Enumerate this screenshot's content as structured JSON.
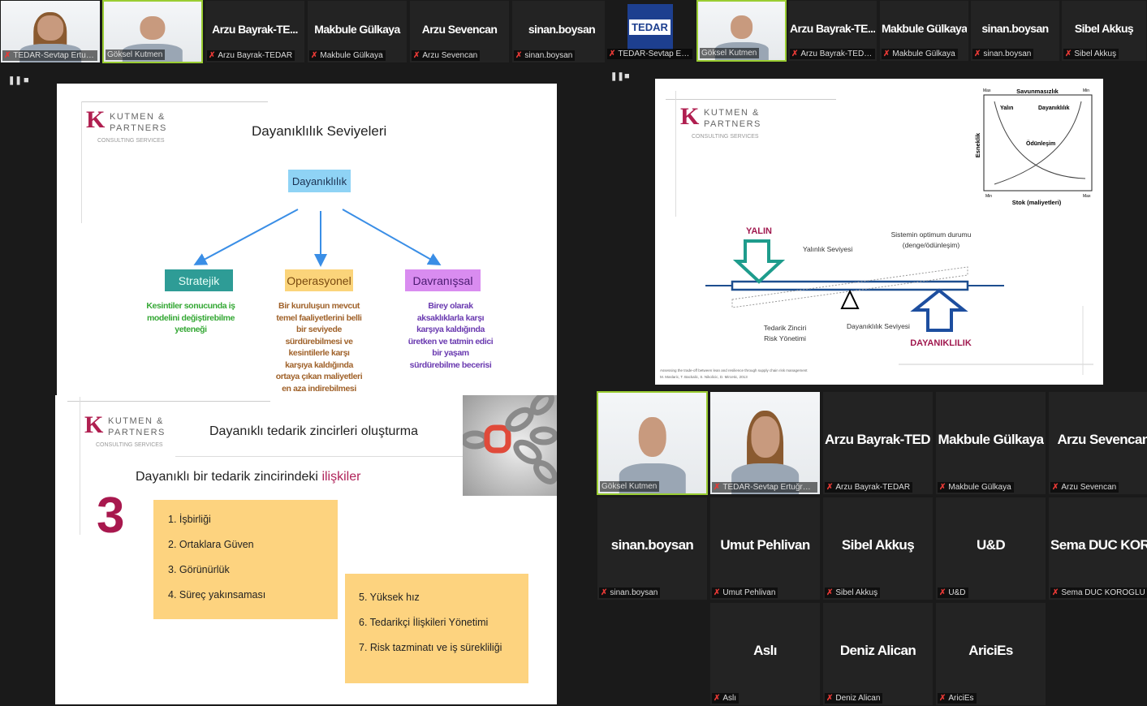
{
  "meeting_left": {
    "strip": [
      {
        "name": "TEDAR-Sevtap Ertuğru...",
        "label": "TEDAR-Sevtap Ertuğru...",
        "video": true,
        "female": true,
        "active": false,
        "muted": true
      },
      {
        "name": "Göksel Kutmen",
        "label": "Göksel Kutmen",
        "video": true,
        "female": false,
        "active": true,
        "muted": false
      },
      {
        "name": "Arzu  Bayrak-TE...",
        "label": "Arzu Bayrak-TEDAR",
        "muted": true
      },
      {
        "name": "Makbule Gülkaya",
        "label": "Makbule Gülkaya",
        "muted": true
      },
      {
        "name": "Arzu Sevencan",
        "label": "Arzu Sevencan",
        "muted": true
      },
      {
        "name": "sinan.boysan",
        "label": "sinan.boysan",
        "muted": true
      }
    ],
    "controls": {
      "pause": "❚❚",
      "stop": "■"
    }
  },
  "meeting_right": {
    "strip": [
      {
        "name": "TEDAR",
        "label": "TEDAR-Sevtap Ertuğru...",
        "logo": true,
        "muted": true
      },
      {
        "name": "Göksel Kutmen",
        "label": "Göksel Kutmen",
        "video": true,
        "female": false,
        "active": true,
        "muted": false
      },
      {
        "name": "Arzu  Bayrak-TE...",
        "label": "Arzu Bayrak-TEDAR",
        "muted": true
      },
      {
        "name": "Makbule Gülkaya",
        "label": "Makbule Gülkaya",
        "muted": true
      },
      {
        "name": "sinan.boysan",
        "label": "sinan.boysan",
        "muted": true
      },
      {
        "name": "Sibel Akkuş",
        "label": "Sibel Akkuş",
        "muted": true
      }
    ],
    "controls": {
      "pause": "❚❚",
      "stop": "■"
    }
  },
  "gallery": [
    {
      "name": "Göksel Kutmen",
      "label": "Göksel Kutmen",
      "video": true,
      "female": false,
      "active": true,
      "muted": false
    },
    {
      "name": "TEDAR-Sevtap Ertuğrul Başar",
      "label": "TEDAR-Sevtap Ertuğrul Başar",
      "video": true,
      "female": true,
      "muted": true
    },
    {
      "name": "Arzu  Bayrak-TED...",
      "label": "Arzu Bayrak-TEDAR",
      "muted": true
    },
    {
      "name": "Makbule Gülkaya",
      "label": "Makbule Gülkaya",
      "muted": true
    },
    {
      "name": "Arzu Sevencan",
      "label": "Arzu Sevencan",
      "muted": true
    },
    {
      "name": "sinan.boysan",
      "label": "sinan.boysan",
      "muted": true
    },
    {
      "name": "Umut Pehlivan",
      "label": "Umut Pehlivan",
      "muted": true
    },
    {
      "name": "Sibel Akkuş",
      "label": "Sibel Akkuş",
      "muted": true
    },
    {
      "name": "U&D",
      "label": "U&D",
      "muted": true
    },
    {
      "name": "Sema DUC KOR...",
      "label": "Sema DUC KOROGLU",
      "muted": true
    },
    {
      "name": "Aslı",
      "label": "Aslı",
      "muted": true
    },
    {
      "name": "Deniz Alican",
      "label": "Deniz Alican",
      "muted": true
    },
    {
      "name": "AriciEs",
      "label": "AriciEs",
      "muted": true
    }
  ],
  "logo": {
    "mark": "K",
    "line1": "KUTMEN &",
    "line2": "PARTNERS",
    "line3": "CONSULTING SERVICES"
  },
  "slide1": {
    "title": "Dayanıklılık Seviyeleri",
    "root": "Dayanıklılık",
    "levels": [
      {
        "label": "Stratejik",
        "desc": [
          "Kesintiler sonucunda iş",
          "modelini değiştirebilme",
          "yeteneği"
        ]
      },
      {
        "label": "Operasyonel",
        "desc": [
          "Bir kuruluşun mevcut",
          "temel faaliyetlerini belli",
          "bir seviyede",
          "sürdürebilmesi ve",
          "kesintilerle karşı",
          "karşıya kaldığında",
          "ortaya çıkan maliyetleri",
          "en aza indirebilmesi"
        ]
      },
      {
        "label": "Davranışsal",
        "desc": [
          "Birey olarak",
          "aksaklıklarla karşı",
          "karşıya kaldığında",
          "üretken ve tatmin edici",
          "bir yaşam",
          "sürdürebilme becerisi"
        ]
      }
    ],
    "colors": {
      "stratejik": "#2e9c96",
      "operasyonel": "#fbd47a",
      "davranissal": "#d98cf0",
      "root": "#8fd3f5"
    }
  },
  "slide2": {
    "graph": {
      "top": "Savunmasızlık",
      "x_axis": "Stok (maliyetleri)",
      "y_axis": "Esneklik",
      "curve1": "Yalın",
      "curve2": "Dayanıklılık",
      "cross": "Ödünleşim",
      "min": "Min",
      "max": "Max"
    },
    "yalin": "YALIN",
    "dayaniklilik": "DAYANIKLILIK",
    "yalinlik_seviyesi": "Yalınlık Seviyesi",
    "dayaniklilik_seviyesi": "Dayanıklılık Seviyesi",
    "optimum1": "Sistemin optimum durumu",
    "optimum2": "(denge/ödünleşim)",
    "risk1": "Tedarik Zinciri",
    "risk2": "Risk Yönetimi",
    "cite1": "Assessing the trade-off between lean and resilience through supply chain risk management",
    "cite2": "M. Maslaric, T. Backalic, S. Nikolicic, D. Mircetic, 2013"
  },
  "slide3": {
    "title": "Dayanıklı tedarik zincirleri oluşturma",
    "subtitle": "Dayanıklı bir tedarik zincirindeki",
    "subtitle_accent": "ilişkiler",
    "number": "3",
    "list1": [
      "1.  İşbirliği",
      "2.  Ortaklara Güven",
      "3.  Görünürlük",
      "4.  Süreç yakınsaması"
    ],
    "list2": [
      "5.  Yüksek hız",
      "6.  Tedarikçi İlişkileri Yönetimi",
      "7.  Risk tazminatı ve iş sürekliliği"
    ]
  }
}
